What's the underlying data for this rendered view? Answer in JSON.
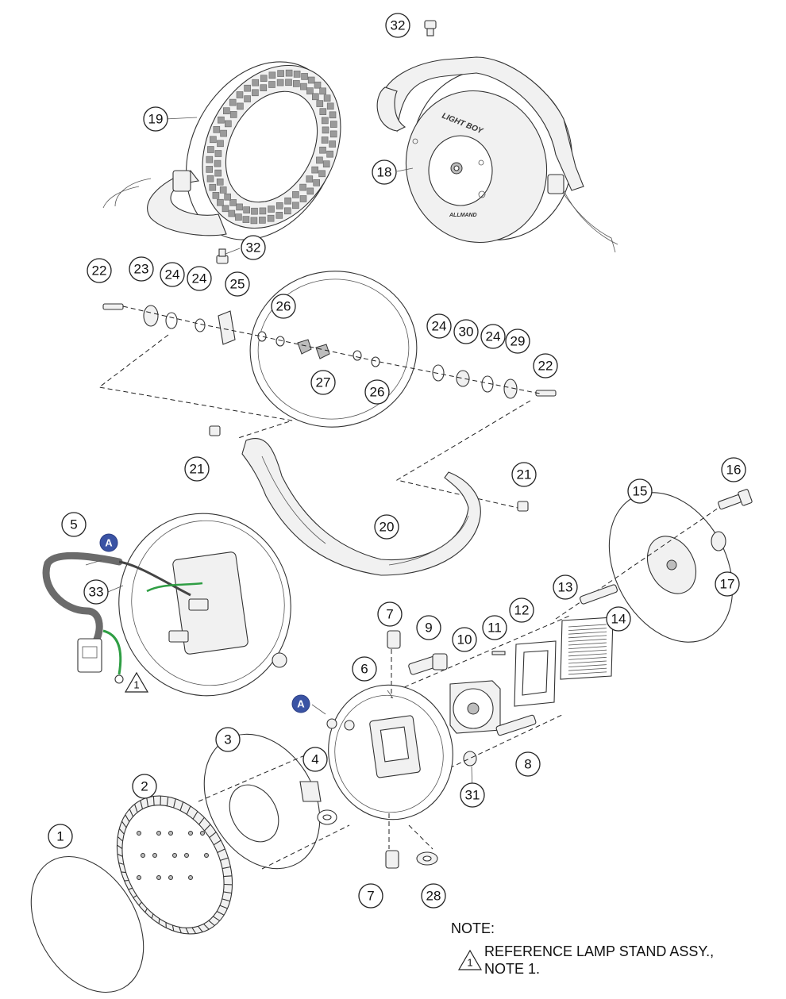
{
  "callouts": [
    {
      "label": "32"
    },
    {
      "label": "19"
    },
    {
      "label": "18"
    },
    {
      "label": "32"
    },
    {
      "label": "22"
    },
    {
      "label": "23"
    },
    {
      "label": "24"
    },
    {
      "label": "24"
    },
    {
      "label": "25"
    },
    {
      "label": "26"
    },
    {
      "label": "27"
    },
    {
      "label": "26"
    },
    {
      "label": "24"
    },
    {
      "label": "30"
    },
    {
      "label": "24"
    },
    {
      "label": "29"
    },
    {
      "label": "22"
    },
    {
      "label": "21"
    },
    {
      "label": "21"
    },
    {
      "label": "20"
    },
    {
      "label": "5"
    },
    {
      "label": "33"
    },
    {
      "label": "15"
    },
    {
      "label": "16"
    },
    {
      "label": "17"
    },
    {
      "label": "13"
    },
    {
      "label": "14"
    },
    {
      "label": "12"
    },
    {
      "label": "11"
    },
    {
      "label": "10"
    },
    {
      "label": "9"
    },
    {
      "label": "7"
    },
    {
      "label": "6"
    },
    {
      "label": "8"
    },
    {
      "label": "31"
    },
    {
      "label": "3"
    },
    {
      "label": "4"
    },
    {
      "label": "2"
    },
    {
      "label": "1"
    },
    {
      "label": "7"
    },
    {
      "label": "28"
    }
  ],
  "flags": [
    {
      "label": "A"
    },
    {
      "label": "A"
    }
  ],
  "reference_marks": [
    {
      "label": "1"
    },
    {
      "label": "1"
    }
  ],
  "housing_text": {
    "logo": "LIGHT BOY",
    "bottom_mark": "ALLMAND"
  },
  "note": {
    "title": "NOTE:",
    "line1": "REFERENCE LAMP STAND ASSY.,",
    "line2": "NOTE 1."
  },
  "colors": {
    "flag": "#3a53a4",
    "wire_green": "#2f9e44",
    "cable_gray": "#6b6b6b",
    "line": "#333333"
  }
}
